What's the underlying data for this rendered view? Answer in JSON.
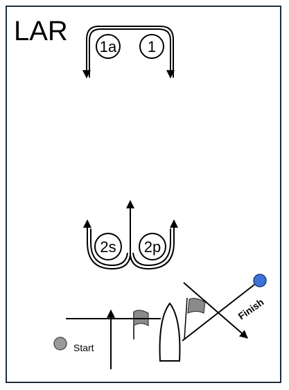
{
  "title": "LAR",
  "marks": {
    "m1a": "1a",
    "m1": "1",
    "m2s": "2s",
    "m2p": "2p"
  },
  "start_label": "Start",
  "finish_label": "Finish",
  "colors": {
    "frame": "#1f2d3d",
    "finish_buoy": "#3b73d6",
    "start_buoy": "#9a9a9a",
    "flag": "#8a8a8a"
  }
}
